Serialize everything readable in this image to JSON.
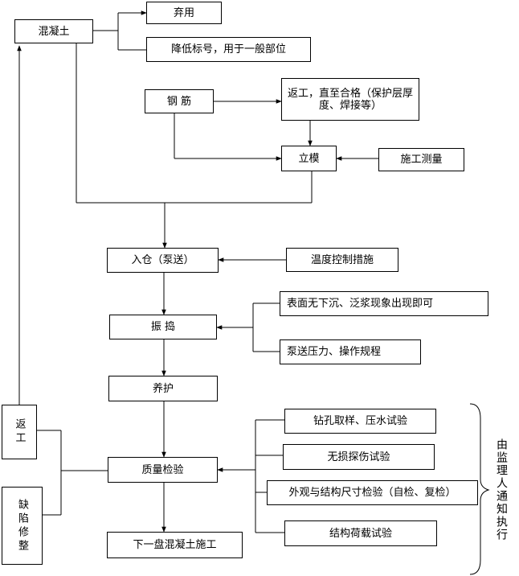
{
  "nodes": {
    "concrete": "混凝土",
    "discard": "弃用",
    "lower_grade": "降低标号，用于一般部位",
    "rebar": "钢  筋",
    "rebar_rework": "返工，直至合格（保护层厚度、焊接等）",
    "formwork": "立模",
    "survey": "施工测量",
    "placing": "入仓（泵送）",
    "temp_control": "温度控制措施",
    "vibrating": "振    捣",
    "surface_check": "表面无下沉、泛浆现象出现即可",
    "pump_pressure": "泵送压力、操作规程",
    "curing": "养护",
    "rework": "返工",
    "defect_repair": "缺陷修整",
    "quality_inspection": "质量检验",
    "core_test": "钻孔取样、压水试验",
    "ndt_test": "无损探伤试验",
    "appearance_test": "外观与结构尺寸检验（自检、复检）",
    "load_test": "结构荷载试验",
    "next_pour": "下一盘混凝土施工"
  },
  "side_note": "由监理人通知执行"
}
